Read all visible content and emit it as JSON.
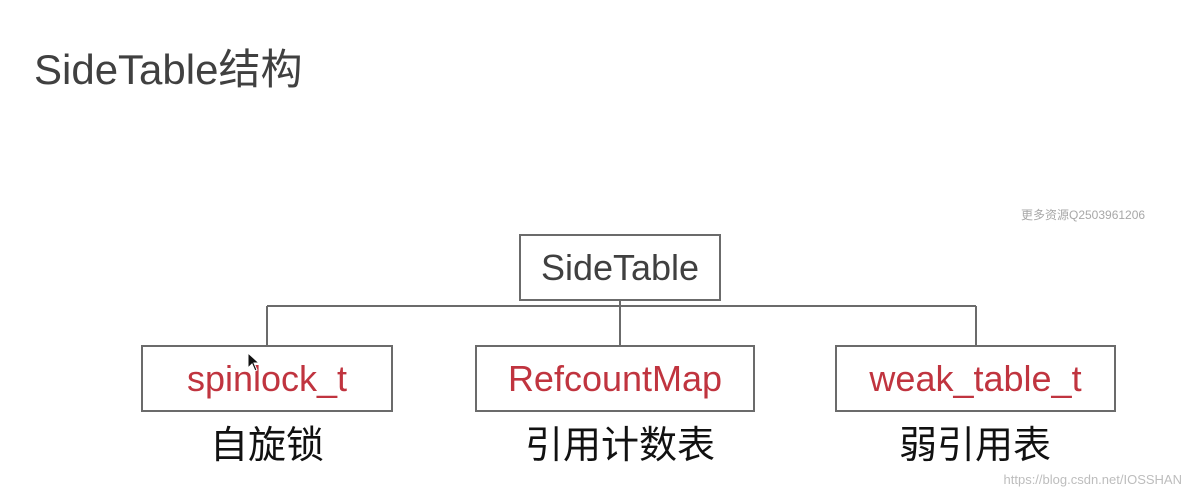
{
  "title": "SideTable结构",
  "watermark_top": "更多资源Q2503961206",
  "watermark_bottom": "https://blog.csdn.net/IOSSHAN",
  "root": {
    "label": "SideTable"
  },
  "children": [
    {
      "label": "spinlock_t",
      "caption": "自旋锁"
    },
    {
      "label": "RefcountMap",
      "caption": "引用计数表"
    },
    {
      "label": "weak_table_t",
      "caption": "弱引用表"
    }
  ],
  "colors": {
    "title_text": "#404040",
    "node_border": "#6b6b6b",
    "root_text": "#404040",
    "child_text": "#c0343f",
    "caption_text": "#111111",
    "watermark": "#a8a8a8"
  },
  "icons": {
    "cursor": "mouse-pointer-icon"
  }
}
